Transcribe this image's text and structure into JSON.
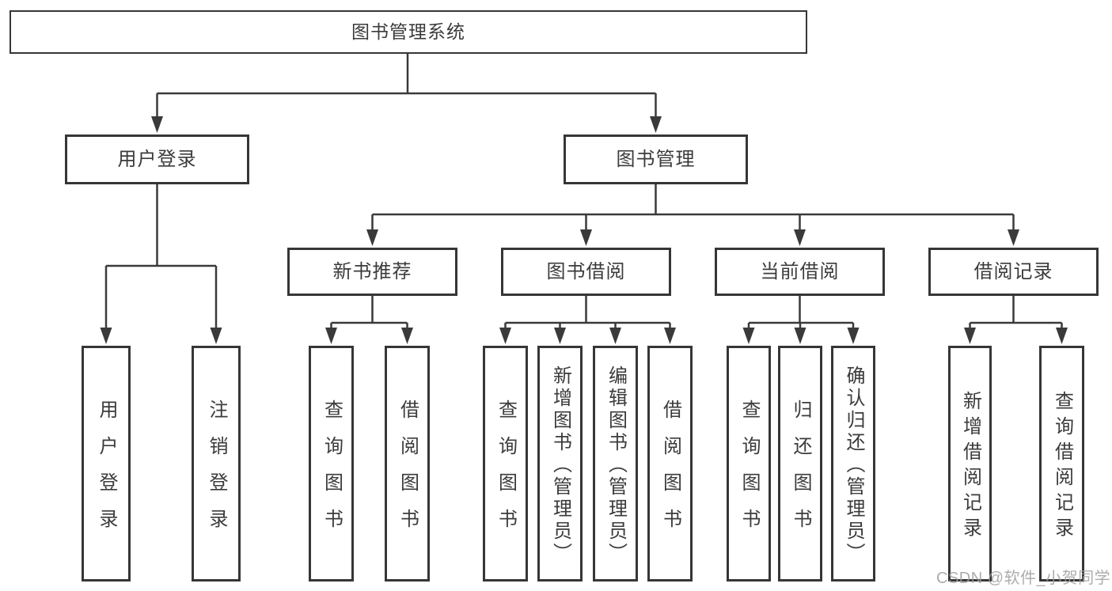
{
  "diagram": {
    "root": {
      "label": "图书管理系统"
    },
    "level1": [
      {
        "label": "用户登录",
        "children": [
          {
            "label": "用户登录"
          },
          {
            "label": "注销登录"
          }
        ]
      },
      {
        "label": "图书管理",
        "children": [
          {
            "label": "新书推荐",
            "children": [
              {
                "label": "查询图书"
              },
              {
                "label": "借阅图书"
              }
            ]
          },
          {
            "label": "图书借阅",
            "children": [
              {
                "label": "查询图书"
              },
              {
                "label": "新增图书（管理员）"
              },
              {
                "label": "编辑图书（管理员）"
              },
              {
                "label": "借阅图书"
              }
            ]
          },
          {
            "label": "当前借阅",
            "children": [
              {
                "label": "查询图书"
              },
              {
                "label": "归还图书"
              },
              {
                "label": "确认归还（管理员）"
              }
            ]
          },
          {
            "label": "借阅记录",
            "children": [
              {
                "label": "新增借阅记录"
              },
              {
                "label": "查询借阅记录"
              }
            ]
          }
        ]
      }
    ],
    "watermark": "CSDN @软件_小贺同学",
    "colors": {
      "line": "#3a3a3a",
      "box_border": "#363636",
      "text": "#3b3b3b",
      "watermark": "#9e9e9e",
      "background": "#ffffff"
    }
  }
}
